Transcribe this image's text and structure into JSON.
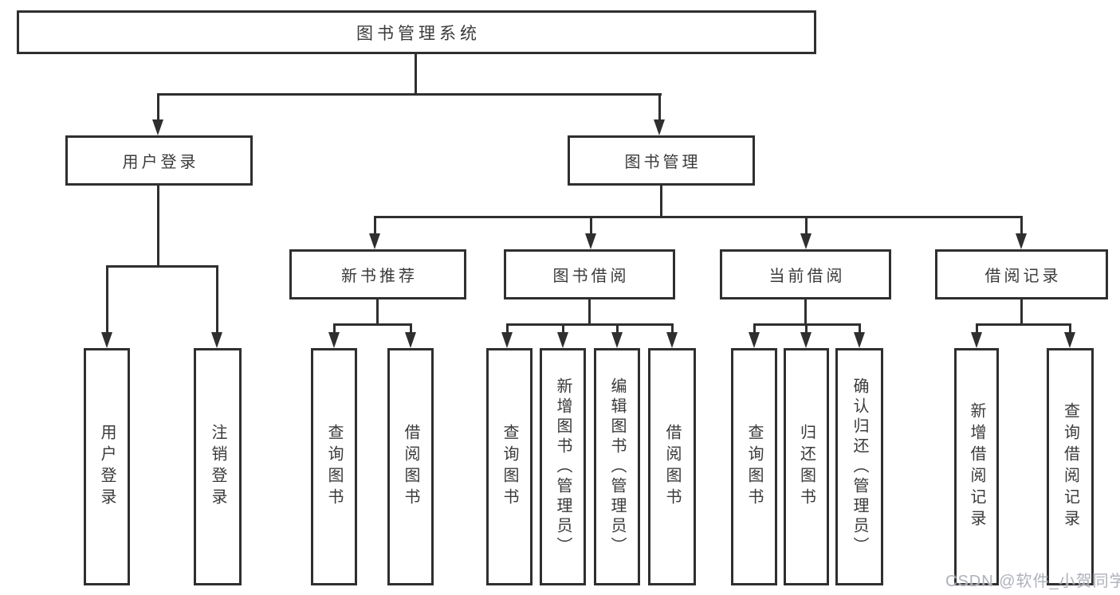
{
  "diagram": {
    "title": "图书管理系统",
    "level2": [
      {
        "label": "用户登录"
      },
      {
        "label": "图书管理"
      }
    ],
    "level3": [
      {
        "label": "新书推荐"
      },
      {
        "label": "图书借阅"
      },
      {
        "label": "当前借阅"
      },
      {
        "label": "借阅记录"
      }
    ],
    "leaves": {
      "user_login": [
        "用户登录",
        "注销登录"
      ],
      "new_books": [
        "查询图书",
        "借阅图书"
      ],
      "book_borrow": [
        "查询图书",
        "新增图书（管理员）",
        "编辑图书（管理员）",
        "借阅图书"
      ],
      "current_borrow": [
        "查询图书",
        "归还图书",
        "确认归还（管理员）"
      ],
      "borrow_records": [
        "新增借阅记录",
        "查询借阅记录"
      ]
    }
  },
  "watermark": "CSDN @软件_小贺同学",
  "colors": {
    "line": "#2f2f2f",
    "text": "#3a3a3a",
    "background": "#ffffff",
    "watermark": "#aaaeb8"
  }
}
